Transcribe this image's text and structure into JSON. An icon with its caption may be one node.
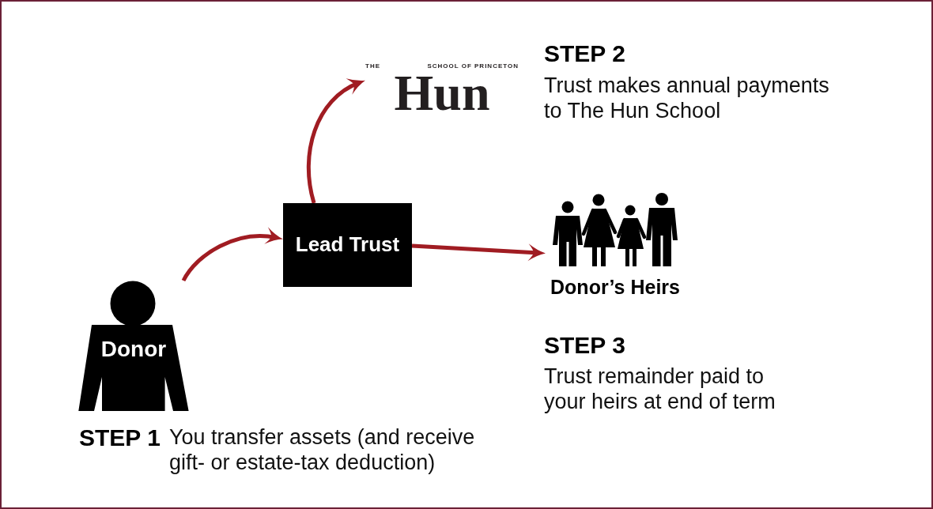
{
  "diagram": {
    "nodes": [
      {
        "text": [
          "Donor"
        ],
        "beside": [
          "STEP 1",
          "You transfer assets (and receive gift- or estate-tax deduction)"
        ]
      },
      {
        "text": [
          "Lead Trust"
        ]
      },
      {
        "text": [
          "THE",
          "SCHOOL OF PRINCETON",
          "Hun"
        ],
        "beside": [
          "STEP 2",
          "Trust makes annual payments to The Hun School"
        ]
      },
      {
        "text": [
          "Donor’s Heirs"
        ],
        "beside": [
          "STEP 3",
          "Trust remainder paid to your heirs at end of term"
        ]
      }
    ],
    "edges": [
      {
        "from": 0,
        "to": 1,
        "arrow": "to"
      },
      {
        "from": 1,
        "to": 2,
        "arrow": "to"
      },
      {
        "from": 1,
        "to": 3,
        "arrow": "to"
      }
    ]
  }
}
